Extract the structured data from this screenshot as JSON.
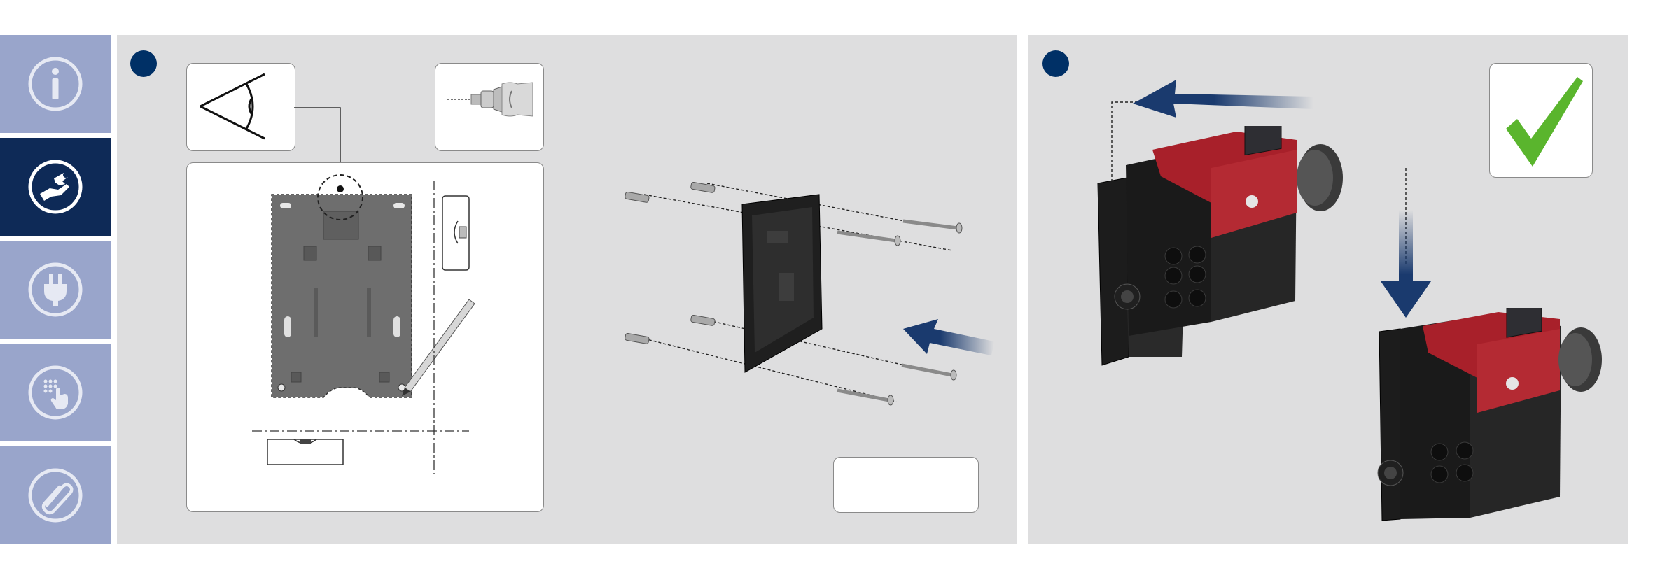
{
  "colors": {
    "tab_inactive": "#99a5cb",
    "tab_active": "#0e2a57",
    "panel_bg": "#dededf",
    "step_dot": "#003066",
    "pump_red": "#a8202a",
    "arrow_blue": "#1a3a6e",
    "check_green": "#5ab52d"
  },
  "sidebar": {
    "tabs": [
      {
        "id": "info",
        "icon": "info-icon",
        "active": false
      },
      {
        "id": "installation",
        "icon": "hand-wrench-icon",
        "active": true
      },
      {
        "id": "electrical",
        "icon": "power-plug-icon",
        "active": false
      },
      {
        "id": "operation",
        "icon": "touch-keypad-icon",
        "active": false
      },
      {
        "id": "attachments",
        "icon": "paperclip-icon",
        "active": false
      }
    ]
  },
  "steps": [
    {
      "id": "mount-bracket",
      "icons": [
        "eye-icon",
        "drill-icon"
      ]
    },
    {
      "id": "hang-pump",
      "icons": [
        "checkmark-icon"
      ]
    }
  ]
}
